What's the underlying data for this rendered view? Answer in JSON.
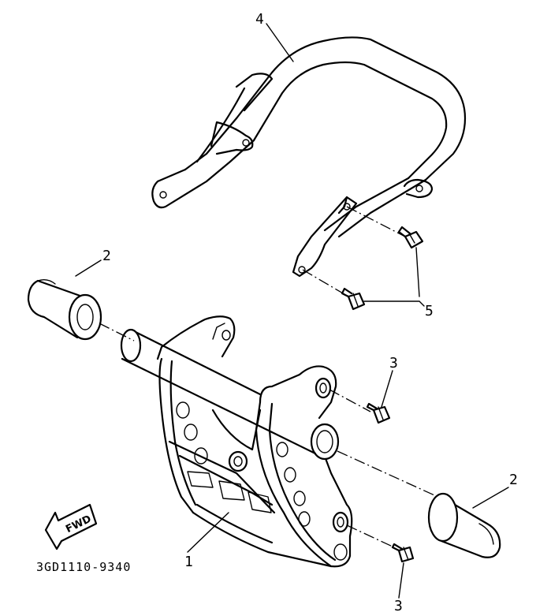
{
  "diagram": {
    "callouts": {
      "part_1": "1",
      "part_2_left": "2",
      "part_2_right": "2",
      "part_3_upper": "3",
      "part_3_lower": "3",
      "part_4": "4",
      "part_5": "5"
    },
    "direction_label": "FWD",
    "drawing_code": "3GD1110-9340"
  }
}
